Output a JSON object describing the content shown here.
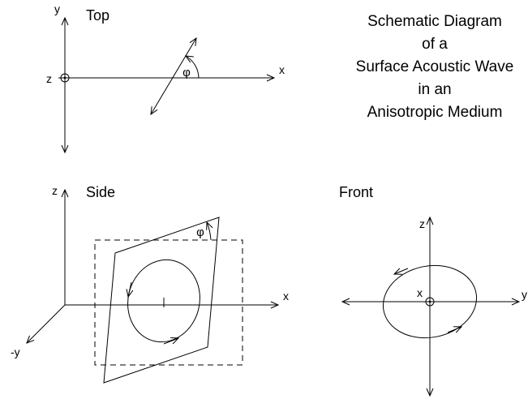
{
  "colors": {
    "line": "#000000",
    "background": "#ffffff"
  },
  "title": {
    "lines": [
      "Schematic Diagram",
      "of a",
      "Surface Acoustic Wave",
      "in an",
      "Anisotropic Medium"
    ]
  },
  "top_view": {
    "label": "Top",
    "y_axis_label": "y",
    "x_axis_label": "x",
    "z_axis_label": "z",
    "angle_label": "φ"
  },
  "side_view": {
    "label": "Side",
    "z_axis_label": "z",
    "x_axis_label": "x",
    "neg_y_axis_label": "-y",
    "angle_label": "φ"
  },
  "front_view": {
    "label": "Front",
    "z_axis_label": "z",
    "y_axis_label": "y",
    "x_axis_label": "x"
  }
}
